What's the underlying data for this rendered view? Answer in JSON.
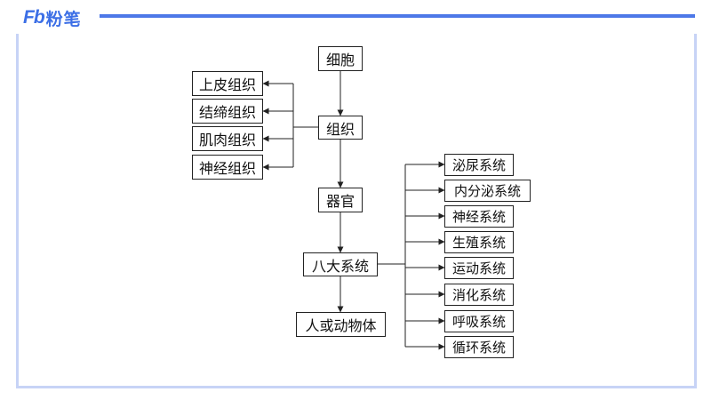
{
  "header": {
    "logo_mark": "Fb",
    "logo_text": "粉笔"
  },
  "diagram": {
    "cell": "细胞",
    "tissue": "组织",
    "tissue_types": [
      "上皮组织",
      "结缔组织",
      "肌肉组织",
      "神经组织"
    ],
    "organ": "器官",
    "systems_group": "八大系统",
    "systems": [
      "泌尿系统",
      "内分泌系统",
      "神经系统",
      "生殖系统",
      "运动系统",
      "消化系统",
      "呼吸系统",
      "循环系统"
    ],
    "body": "人或动物体"
  },
  "colors": {
    "brand": "#3c6fe6",
    "frame": "#c7d3f6",
    "line": "#222222"
  }
}
